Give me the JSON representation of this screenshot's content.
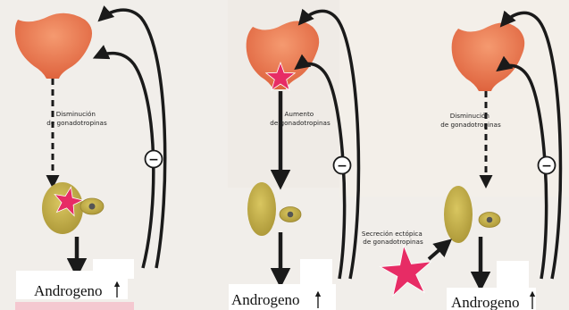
{
  "panels": [
    {
      "id": "left",
      "label": "Disminución\nde gonadotropinas",
      "product_label": "Androgeno",
      "feedback_symbol": "−"
    },
    {
      "id": "center",
      "label": "Aumento\nde gonadotropinas",
      "product_label": "Androgeno",
      "feedback_symbol": "−"
    },
    {
      "id": "right",
      "label": "Disminución\nde gonadotropinas",
      "product_label": "Androgeno",
      "feedback_symbol": "−",
      "side_label": "Secreción ectópica\nde gonadotropinas"
    }
  ],
  "colors": {
    "pituitary": "#ef7f55",
    "gonad": "#c8b542",
    "star": "#e72c65",
    "arrow": "#1a1a1a"
  },
  "icons": [
    "up-arrow-icon",
    "star-icon",
    "minus-icon"
  ]
}
